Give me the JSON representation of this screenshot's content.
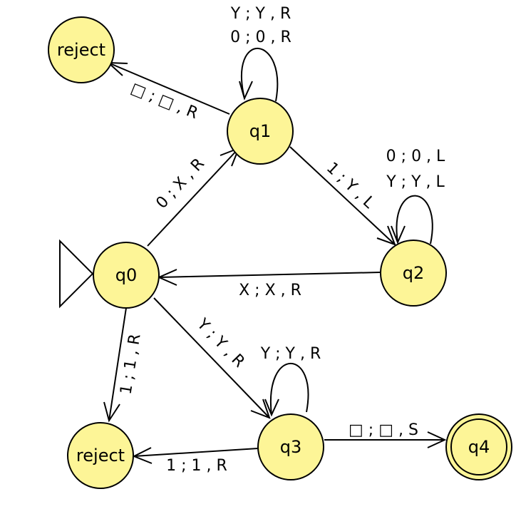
{
  "states": {
    "q0": "q0",
    "q1": "q1",
    "q2": "q2",
    "q3": "q3",
    "q4": "q4",
    "reject_top": "reject",
    "reject_bottom": "reject"
  },
  "transitions": {
    "q1_self_a": "Y ; Y , R",
    "q1_self_b": "0 ; 0 , R",
    "q1_to_reject": "□ ; □ , R",
    "q0_to_q1": "0 ; X , R",
    "q1_to_q2": "1 ; Y , L",
    "q2_self_a": "0 ; 0 , L",
    "q2_self_b": "Y ; Y , L",
    "q2_to_q0": "X ; X , R",
    "q0_to_reject": "1 ; 1 , R",
    "q0_to_q3": "Y ; Y , R",
    "q3_self": "Y ; Y , R",
    "q3_to_reject": "1 ; 1 , R",
    "q3_to_q4": "□ ; □ , S"
  }
}
